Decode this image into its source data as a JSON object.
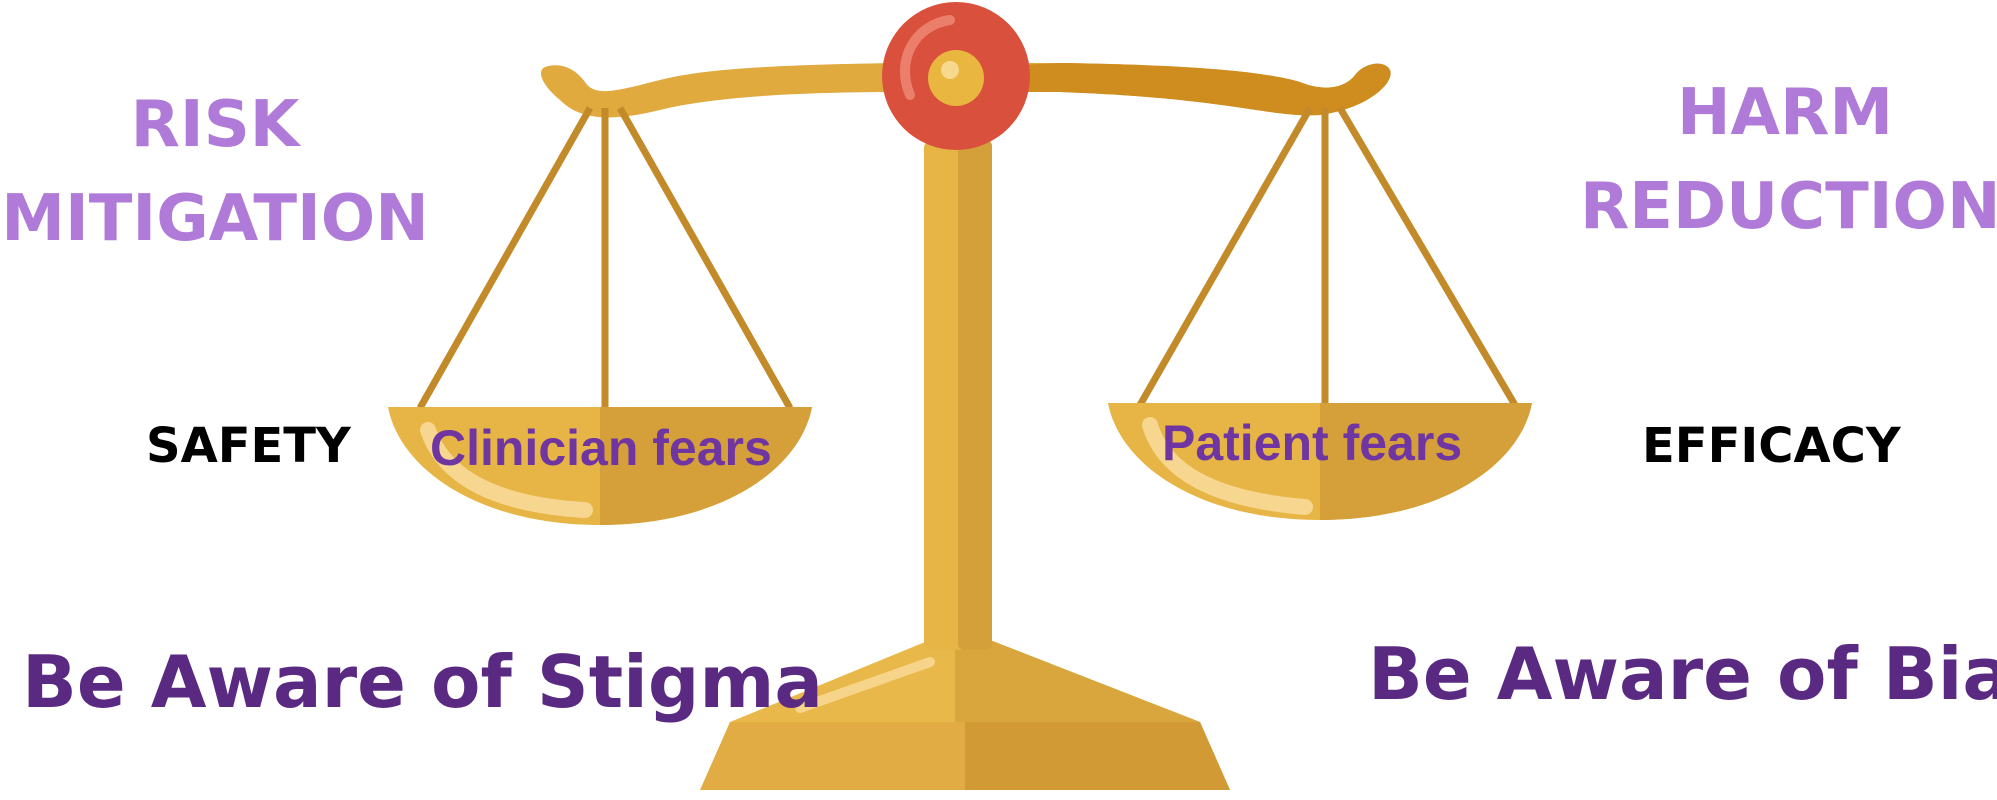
{
  "left_heading": [
    "RISK",
    "MITIGATION"
  ],
  "right_heading": [
    "HARM",
    "REDUCTION"
  ],
  "left_side_label": "SAFETY",
  "right_side_label": "EFFICACY",
  "left_pan_label": "Clinician fears",
  "right_pan_label": "Patient fears",
  "left_bottom_label": "Be Aware of Stigma",
  "right_bottom_label": "Be Aware of Bias",
  "colors": {
    "heading": "#b07ad9",
    "pan_text": "#6f35a0",
    "bottom_text": "#5a2a83",
    "side_text": "#000000",
    "scale_gold": "#e5b43f",
    "scale_shadow": "#cf9a32",
    "pivot_red": "#d9513c"
  },
  "icons": [
    "balance-scale-icon"
  ]
}
